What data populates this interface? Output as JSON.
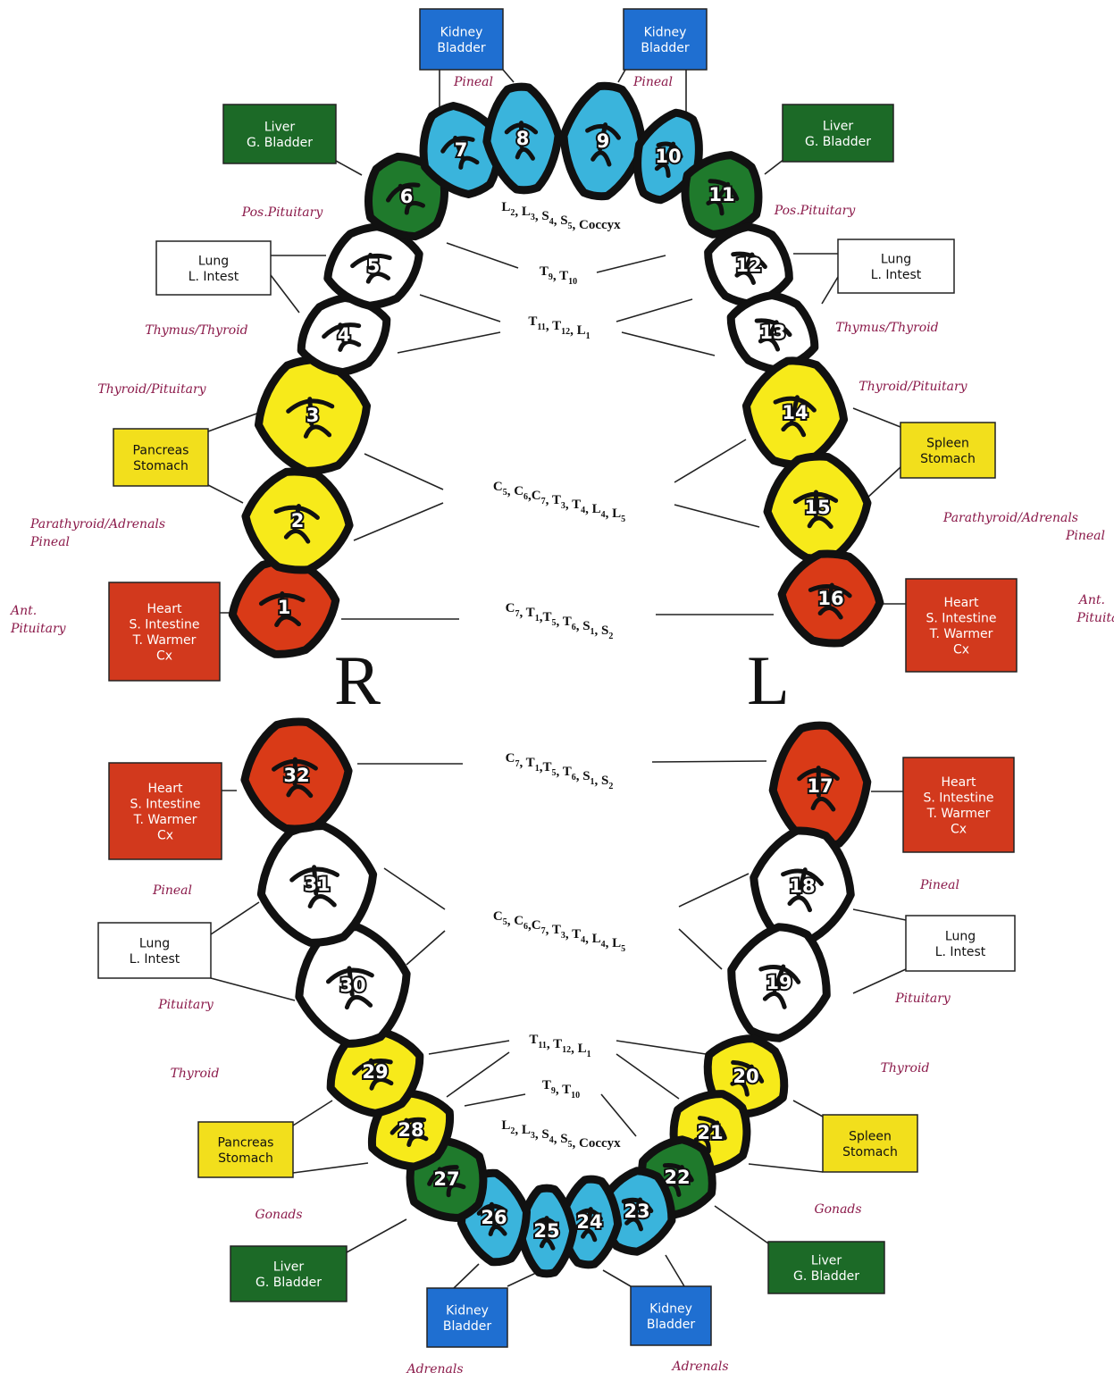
{
  "colors": {
    "red": "#d93a17",
    "yellow": "#f7ea1a",
    "green": "#1f7a2c",
    "blue": "#3ab4dc",
    "white": "#ffffff",
    "box_blue": "#1f6fd1",
    "box_green": "#1c6a27",
    "box_yellow": "#f2df1c",
    "box_red": "#d2391d",
    "gland_text": "#8b1a4a"
  },
  "side_labels": {
    "right": "R",
    "left": "L"
  },
  "teeth": [
    {
      "number": "1",
      "color": "red"
    },
    {
      "number": "2",
      "color": "yellow"
    },
    {
      "number": "3",
      "color": "yellow"
    },
    {
      "number": "4",
      "color": "white"
    },
    {
      "number": "5",
      "color": "white"
    },
    {
      "number": "6",
      "color": "green"
    },
    {
      "number": "7",
      "color": "blue"
    },
    {
      "number": "8",
      "color": "blue"
    },
    {
      "number": "9",
      "color": "blue"
    },
    {
      "number": "10",
      "color": "blue"
    },
    {
      "number": "11",
      "color": "green"
    },
    {
      "number": "12",
      "color": "white"
    },
    {
      "number": "13",
      "color": "white"
    },
    {
      "number": "14",
      "color": "yellow"
    },
    {
      "number": "15",
      "color": "yellow"
    },
    {
      "number": "16",
      "color": "red"
    },
    {
      "number": "17",
      "color": "red"
    },
    {
      "number": "18",
      "color": "white"
    },
    {
      "number": "19",
      "color": "white"
    },
    {
      "number": "20",
      "color": "yellow"
    },
    {
      "number": "21",
      "color": "yellow"
    },
    {
      "number": "22",
      "color": "green"
    },
    {
      "number": "23",
      "color": "blue"
    },
    {
      "number": "24",
      "color": "blue"
    },
    {
      "number": "25",
      "color": "blue"
    },
    {
      "number": "26",
      "color": "blue"
    },
    {
      "number": "27",
      "color": "green"
    },
    {
      "number": "28",
      "color": "yellow"
    },
    {
      "number": "29",
      "color": "yellow"
    },
    {
      "number": "30",
      "color": "white"
    },
    {
      "number": "31",
      "color": "white"
    },
    {
      "number": "32",
      "color": "red"
    }
  ],
  "organ_boxes": [
    {
      "lines": [
        "Kidney",
        "Bladder"
      ],
      "color": "box_blue",
      "text_color": "#ffffff"
    },
    {
      "lines": [
        "Kidney",
        "Bladder"
      ],
      "color": "box_blue",
      "text_color": "#ffffff"
    },
    {
      "lines": [
        "Liver",
        "G. Bladder"
      ],
      "color": "box_green",
      "text_color": "#ffffff"
    },
    {
      "lines": [
        "Liver",
        "G. Bladder"
      ],
      "color": "box_green",
      "text_color": "#ffffff"
    },
    {
      "lines": [
        "Lung",
        "L. Intest"
      ],
      "color": "white",
      "text_color": "#111111"
    },
    {
      "lines": [
        "Lung",
        "L. Intest"
      ],
      "color": "white",
      "text_color": "#111111"
    },
    {
      "lines": [
        "Pancreas",
        "Stomach"
      ],
      "color": "box_yellow",
      "text_color": "#111111"
    },
    {
      "lines": [
        "Spleen",
        "Stomach"
      ],
      "color": "box_yellow",
      "text_color": "#111111"
    },
    {
      "lines": [
        "Heart",
        "S. Intestine",
        "T. Warmer",
        "Cx"
      ],
      "color": "box_red",
      "text_color": "#ffffff"
    },
    {
      "lines": [
        "Heart",
        "S. Intestine",
        "T. Warmer",
        "Cx"
      ],
      "color": "box_red",
      "text_color": "#ffffff"
    },
    {
      "lines": [
        "Heart",
        "S. Intestine",
        "T. Warmer",
        "Cx"
      ],
      "color": "box_red",
      "text_color": "#ffffff"
    },
    {
      "lines": [
        "Heart",
        "S. Intestine",
        "T. Warmer",
        "Cx"
      ],
      "color": "box_red",
      "text_color": "#ffffff"
    },
    {
      "lines": [
        "Lung",
        "L. Intest"
      ],
      "color": "white",
      "text_color": "#111111"
    },
    {
      "lines": [
        "Lung",
        "L. Intest"
      ],
      "color": "white",
      "text_color": "#111111"
    },
    {
      "lines": [
        "Pancreas",
        "Stomach"
      ],
      "color": "box_yellow",
      "text_color": "#111111"
    },
    {
      "lines": [
        "Spleen",
        "Stomach"
      ],
      "color": "box_yellow",
      "text_color": "#111111"
    },
    {
      "lines": [
        "Liver",
        "G. Bladder"
      ],
      "color": "box_green",
      "text_color": "#ffffff"
    },
    {
      "lines": [
        "Liver",
        "G. Bladder"
      ],
      "color": "box_green",
      "text_color": "#ffffff"
    },
    {
      "lines": [
        "Kidney",
        "Bladder"
      ],
      "color": "box_blue",
      "text_color": "#ffffff"
    },
    {
      "lines": [
        "Kidney",
        "Bladder"
      ],
      "color": "box_blue",
      "text_color": "#ffffff"
    }
  ],
  "gland_labels": [
    [
      "Pineal"
    ],
    [
      "Pineal"
    ],
    [
      "Pos.Pituitary"
    ],
    [
      "Pos.Pituitary"
    ],
    [
      "Thymus/Thyroid"
    ],
    [
      "Thymus/Thyroid"
    ],
    [
      "Thyroid/Pituitary"
    ],
    [
      "Thyroid/Pituitary"
    ],
    [
      "Parathyroid/Adrenals",
      "Pineal"
    ],
    [
      "Parathyroid/Adrenals",
      "Pineal"
    ],
    [
      "Ant.",
      "Pituitary"
    ],
    [
      "Ant.",
      "Pituitary"
    ],
    [
      "Pineal"
    ],
    [
      "Pineal"
    ],
    [
      "Pituitary"
    ],
    [
      "Pituitary"
    ],
    [
      "Thyroid"
    ],
    [
      "Thyroid"
    ],
    [
      "Gonads"
    ],
    [
      "Gonads"
    ],
    [
      "Adrenals"
    ],
    [
      "Adrenals"
    ]
  ],
  "spine_labels": [
    [
      [
        "L",
        "2"
      ],
      ", ",
      [
        "L",
        "3"
      ],
      ", ",
      [
        "S",
        "4"
      ],
      ", ",
      [
        "S",
        "5"
      ],
      ", Coccyx"
    ],
    [
      [
        "T",
        "9"
      ],
      ", ",
      [
        "T",
        "10"
      ]
    ],
    [
      [
        "T",
        "11"
      ],
      ", ",
      [
        "T",
        "12"
      ],
      ", ",
      [
        "L",
        "1"
      ]
    ],
    [
      [
        "C",
        "5"
      ],
      ", ",
      [
        "C",
        "6"
      ],
      ",",
      [
        "C",
        "7"
      ],
      ", ",
      [
        "T",
        "3"
      ],
      ", ",
      [
        "T",
        "4"
      ],
      ", ",
      [
        "L",
        "4"
      ],
      ", ",
      [
        "L",
        "5"
      ]
    ],
    [
      [
        "C",
        "7"
      ],
      ", ",
      [
        "T",
        "1"
      ],
      ",",
      [
        "T",
        "5"
      ],
      ", ",
      [
        "T",
        "6"
      ],
      ", ",
      [
        "S",
        "1"
      ],
      ", ",
      [
        "S",
        "2"
      ]
    ],
    [
      [
        "C",
        "7"
      ],
      ", ",
      [
        "T",
        "1"
      ],
      ",",
      [
        "T",
        "5"
      ],
      ", ",
      [
        "T",
        "6"
      ],
      ", ",
      [
        "S",
        "1"
      ],
      ", ",
      [
        "S",
        "2"
      ]
    ],
    [
      [
        "C",
        "5"
      ],
      ", ",
      [
        "C",
        "6"
      ],
      ",",
      [
        "C",
        "7"
      ],
      ", ",
      [
        "T",
        "3"
      ],
      ", ",
      [
        "T",
        "4"
      ],
      ", ",
      [
        "L",
        "4"
      ],
      ", ",
      [
        "L",
        "5"
      ]
    ],
    [
      [
        "T",
        "11"
      ],
      ", ",
      [
        "T",
        "12"
      ],
      ", ",
      [
        "L",
        "1"
      ]
    ],
    [
      [
        "T",
        "9"
      ],
      ", ",
      [
        "T",
        "10"
      ]
    ],
    [
      [
        "L",
        "2"
      ],
      ", ",
      [
        "L",
        "3"
      ],
      ", ",
      [
        "S",
        "4"
      ],
      ", ",
      [
        "S",
        "5"
      ],
      ", Coccyx"
    ]
  ]
}
